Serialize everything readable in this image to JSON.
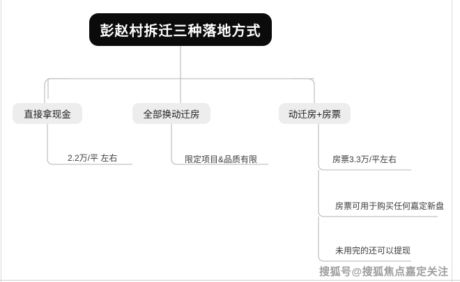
{
  "diagram": {
    "root": {
      "label": "彭赵村拆迁三种落地方式"
    },
    "branches": [
      {
        "label": "直接拿现金",
        "leaves": [
          {
            "label": "2.2万/平 左右"
          }
        ]
      },
      {
        "label": "全部换动迁房",
        "leaves": [
          {
            "label": "限定项目&品质有限"
          }
        ]
      },
      {
        "label": "动迁房+房票",
        "leaves": [
          {
            "label": "房票3.3万/平左右"
          },
          {
            "label": "房票可用于购买任何嘉定新盘"
          },
          {
            "label": "未用完的还可以提现"
          }
        ]
      }
    ],
    "colors": {
      "root_background": "#0b0b0b",
      "root_text": "#ffffff",
      "branch_background": "#ededed",
      "branch_text": "#1c1c1c",
      "connector": "#c2c2c2",
      "leaf_text": "#3b3b3b"
    }
  },
  "watermark": {
    "text": "搜狐号@搜狐焦点嘉定关注"
  }
}
